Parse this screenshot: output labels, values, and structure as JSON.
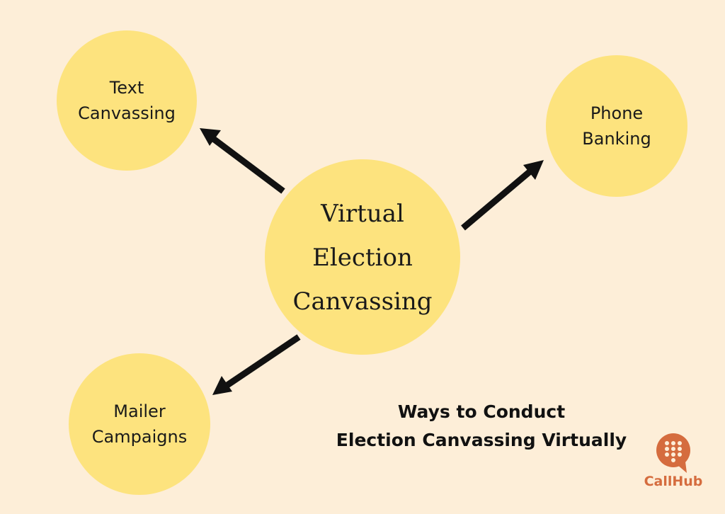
{
  "center": {
    "lines": [
      "Virtual",
      "Election",
      "Canvassing"
    ]
  },
  "nodes": {
    "text_canvassing": {
      "lines": [
        "Text",
        "Canvassing"
      ]
    },
    "phone_banking": {
      "lines": [
        "Phone",
        "Banking"
      ]
    },
    "mailer_campaigns": {
      "lines": [
        "Mailer",
        "Campaigns"
      ]
    }
  },
  "caption": {
    "line1": "Ways to Conduct",
    "line2": "Election Canvassing Virtually"
  },
  "logo": {
    "text": "CallHub",
    "icon": "phone-keypad-chat-bubble-icon"
  },
  "colors": {
    "background": "#fdeed8",
    "circle": "#fde37e",
    "arrow": "#111111",
    "brand": "#d56c3e"
  }
}
